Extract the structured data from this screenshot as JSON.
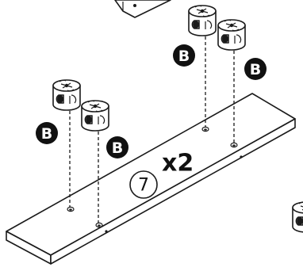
{
  "step": {
    "number": "7",
    "quantity": "x2"
  },
  "part_label": "B"
}
